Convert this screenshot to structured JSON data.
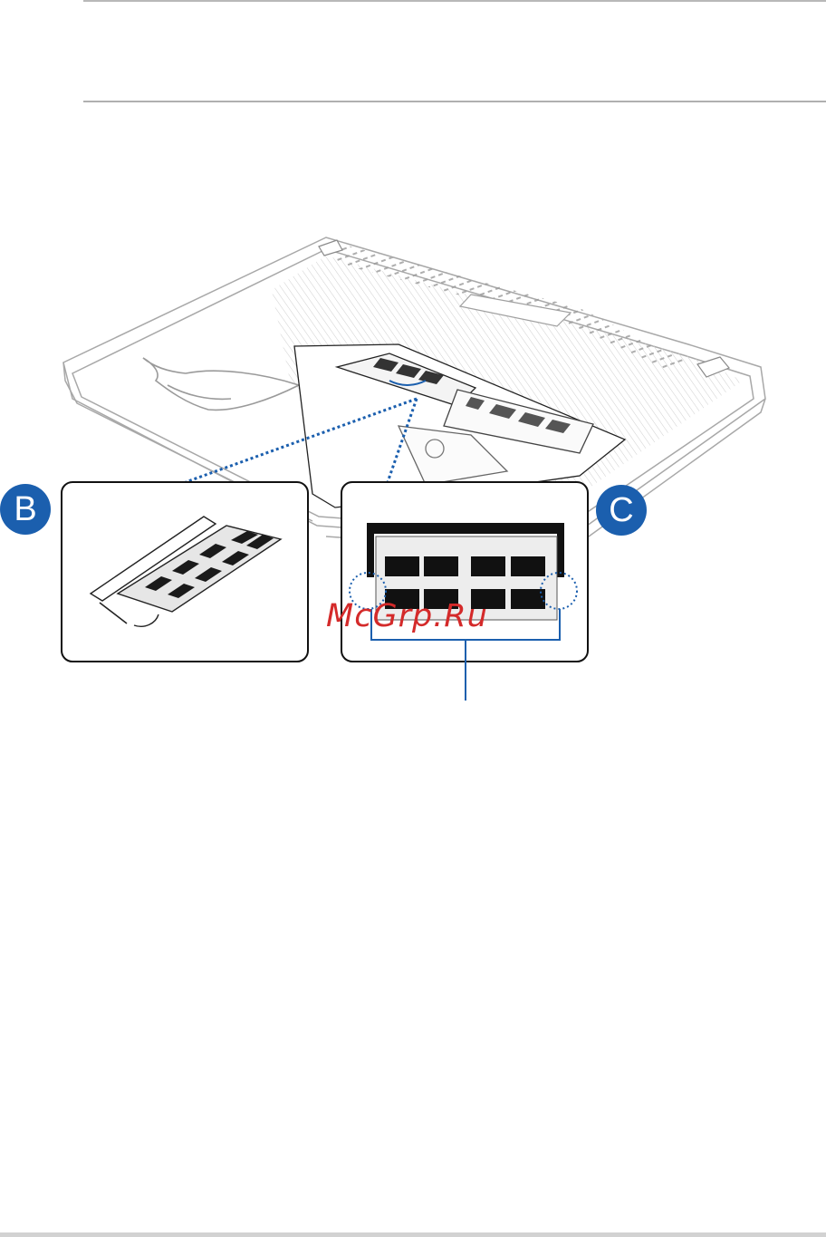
{
  "figure": {
    "callout_b_label": "B",
    "callout_c_label": "C",
    "watermark_text": "McGrp.Ru"
  },
  "colors": {
    "accent_blue": "#1b5fae",
    "line_gray": "#b0b0b0",
    "watermark_red": "#d42a2a"
  }
}
